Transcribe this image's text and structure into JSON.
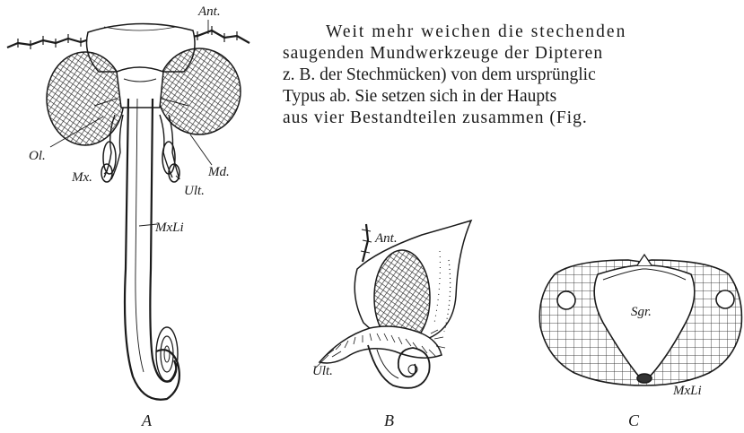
{
  "paragraph": {
    "line1": "Weit mehr weichen die stechenden",
    "line2": "saugenden Mundwerkzeuge der Dipteren",
    "line3": "z. B. der Stechmücken) von dem ursprünglic",
    "line4": "Typus ab.  Sie setzen sich in der Haupts",
    "line5": "aus  vier  Bestandteilen  zusammen  (Fig."
  },
  "figure_labels": {
    "ant_a": "Ant.",
    "ol": "Ol.",
    "md": "Md.",
    "mx": "Mx.",
    "ult_a": "Ult.",
    "mxli_a": "MxLi",
    "ant_b": "Ant.",
    "ult_b": "Ult.",
    "sgr": "Sgr.",
    "mxli_c": "MxLi"
  },
  "captions": {
    "a": "A",
    "b": "B",
    "c": "C"
  }
}
